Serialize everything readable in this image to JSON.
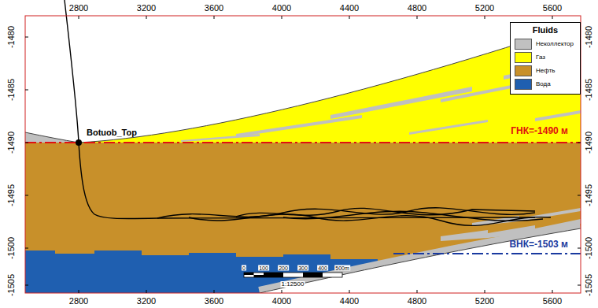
{
  "diagram": {
    "labels": [
      "2800",
      "3200",
      "3600",
      "4000",
      "4400",
      "4800",
      "5200",
      "5600",
      "2800",
      "3200",
      "3600",
      "4000",
      "4400",
      "4800",
      "5200",
      "5600",
      "-1480",
      "-1485",
      "-1490",
      "-1495",
      "-1500",
      "-1505",
      "-1480",
      "-1485",
      "-1490",
      "-1495",
      "-1500",
      "-1505",
      "Botuob_Top",
      "ГНК=-1490 м",
      "ВНК=-1503 м",
      "0",
      "100",
      "200",
      "300",
      "400",
      "500m",
      "1:12500",
      "Fluids"
    ],
    "legend": [
      {
        "text": "Неколлектор",
        "color": "#c0c0c0"
      },
      {
        "text": "Газ",
        "color": "#ffff00"
      },
      {
        "text": "Нефть",
        "color": "#c8902a"
      },
      {
        "text": "Вода",
        "color": "#1f5fb0"
      }
    ]
  }
}
